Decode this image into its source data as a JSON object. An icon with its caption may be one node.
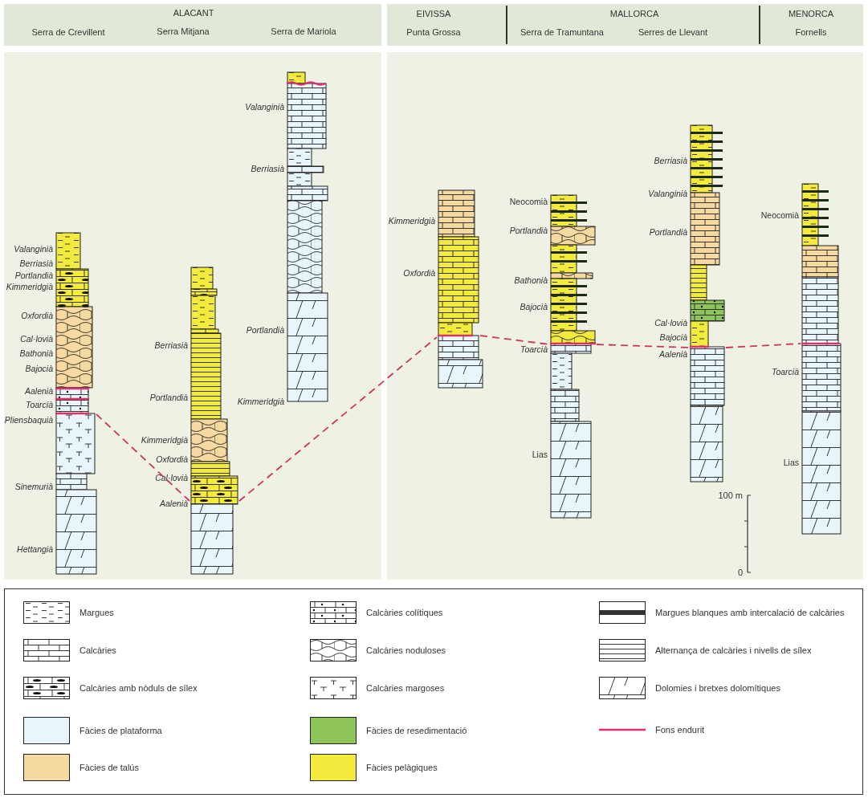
{
  "diagram": {
    "nodes": [
      {
        "text": [],
        "shape": "bar",
        "beside": [
          "Valanginià",
          "Berriasià",
          "Portlandià",
          "Kimmeridgià",
          "Oxfordià",
          "Cal·lovià",
          "Bathonià",
          "Bajocià",
          "Aalenià",
          "Toarcià",
          "Pliensbaquià",
          "Sinemurià",
          "Hettangià"
        ]
      },
      {
        "text": [],
        "shape": "bar",
        "beside": [
          "Berriasià",
          "Portlandià",
          "Kimmeridgià",
          "Oxfordià",
          "Cal·lovià",
          "Aalenià"
        ]
      },
      {
        "text": [],
        "shape": "bar",
        "beside": [
          "Valanginià",
          "Berriasià",
          "Portlandià",
          "Kimmeridgià"
        ]
      },
      {
        "text": [],
        "shape": "bar",
        "beside": [
          "Kimmeridgià",
          "Oxfordià"
        ]
      },
      {
        "text": [],
        "shape": "bar",
        "beside": [
          "Neocomià",
          "Portlandià",
          "Bathonià",
          "Bajocià",
          "Toarcià",
          "Lias"
        ]
      },
      {
        "text": [],
        "shape": "bar",
        "beside": [
          "Berriasià",
          "Valanginià",
          "Portlandià",
          "Cal·lovià",
          "Bajocià",
          "Aalenià"
        ]
      },
      {
        "text": [],
        "shape": "bar",
        "beside": [
          "Neocomià",
          "Toarcià",
          "Lias"
        ]
      }
    ],
    "edges": [
      {
        "from": 0,
        "to": 1,
        "arrow": "none",
        "style": "dashed",
        "color": "#d0345e"
      },
      {
        "from": 1,
        "to": 3,
        "arrow": "none",
        "style": "dashed",
        "color": "#d0345e"
      },
      {
        "from": 3,
        "to": 4,
        "arrow": "none",
        "style": "dashed",
        "color": "#d0345e"
      },
      {
        "from": 4,
        "to": 5,
        "arrow": "none",
        "style": "dashed",
        "color": "#d0345e"
      },
      {
        "from": 5,
        "to": 6,
        "arrow": "none",
        "style": "dashed",
        "color": "#d0345e"
      }
    ],
    "labels": [
      "ALACANT",
      "Serra de Crevillent",
      "Serra Mitjana",
      "Serra de Mariola",
      "EIVISSA",
      "Punta Grossa",
      "MALLORCA",
      "Serra de Tramuntana",
      "Serres de Llevant",
      "MENORCA",
      "Fornells",
      "100 m",
      "0"
    ],
    "legend": [
      {
        "text": "Margues"
      },
      {
        "text": "Calcàries colítiques"
      },
      {
        "text": "Margues blanques amb intercalació de calcàries"
      },
      {
        "text": "Calcàries"
      },
      {
        "text": "Calcàries noduloses"
      },
      {
        "text": "Alternança de calcàries i nivells de sílex"
      },
      {
        "text": "Calcàries amb nòduls de sílex"
      },
      {
        "text": "Calcàries margoses"
      },
      {
        "text": "Dolomies i bretxes dolomítiques"
      },
      {
        "text": "Fàcies de plataforma",
        "color": "#e8f5fa"
      },
      {
        "text": "Fàcies de resedimentació",
        "color": "#8ec45a"
      },
      {
        "text": "Fons endurit"
      },
      {
        "text": "Fàcies de talús",
        "color": "#f6d9a0"
      },
      {
        "text": "Fàcies pelàgiques",
        "color": "#f2ea3c"
      }
    ]
  }
}
